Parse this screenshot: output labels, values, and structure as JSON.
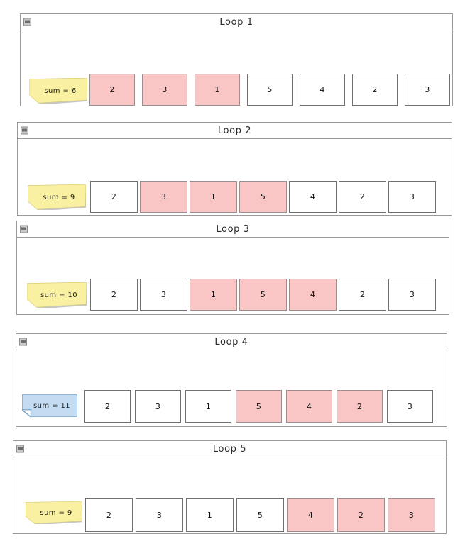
{
  "meta": {
    "background_color": "#ffffff",
    "panel_border_color": "#9a9a9a",
    "cell_border_color": "#6f6f6f",
    "highlight_color": "#f9c5c5",
    "note_yellow": "#faf0a2",
    "note_yellow_border": "#d8cc72",
    "note_blue": "#c3dcf2",
    "note_blue_border": "#6f9dc9"
  },
  "icons": {
    "collapse": "collapse-icon"
  },
  "panels": [
    {
      "title": "Loop 1",
      "note": {
        "text": "sum = 6",
        "color": "yellow"
      },
      "cells": [
        {
          "value": "2",
          "highlighted": true
        },
        {
          "value": "3",
          "highlighted": true
        },
        {
          "value": "1",
          "highlighted": true
        },
        {
          "value": "5",
          "highlighted": false
        },
        {
          "value": "4",
          "highlighted": false
        },
        {
          "value": "2",
          "highlighted": false
        },
        {
          "value": "3",
          "highlighted": false
        }
      ]
    },
    {
      "title": "Loop 2",
      "note": {
        "text": "sum = 9",
        "color": "yellow"
      },
      "cells": [
        {
          "value": "2",
          "highlighted": false
        },
        {
          "value": "3",
          "highlighted": true
        },
        {
          "value": "1",
          "highlighted": true
        },
        {
          "value": "5",
          "highlighted": true
        },
        {
          "value": "4",
          "highlighted": false
        },
        {
          "value": "2",
          "highlighted": false
        },
        {
          "value": "3",
          "highlighted": false
        }
      ]
    },
    {
      "title": "Loop 3",
      "note": {
        "text": "sum = 10",
        "color": "yellow"
      },
      "cells": [
        {
          "value": "2",
          "highlighted": false
        },
        {
          "value": "3",
          "highlighted": false
        },
        {
          "value": "1",
          "highlighted": true
        },
        {
          "value": "5",
          "highlighted": true
        },
        {
          "value": "4",
          "highlighted": true
        },
        {
          "value": "2",
          "highlighted": false
        },
        {
          "value": "3",
          "highlighted": false
        }
      ]
    },
    {
      "title": "Loop 4",
      "note": {
        "text": "sum = 11",
        "color": "blue"
      },
      "cells": [
        {
          "value": "2",
          "highlighted": false
        },
        {
          "value": "3",
          "highlighted": false
        },
        {
          "value": "1",
          "highlighted": false
        },
        {
          "value": "5",
          "highlighted": true
        },
        {
          "value": "4",
          "highlighted": true
        },
        {
          "value": "2",
          "highlighted": true
        },
        {
          "value": "3",
          "highlighted": false
        }
      ]
    },
    {
      "title": "Loop 5",
      "note": {
        "text": "sum = 9",
        "color": "yellow"
      },
      "cells": [
        {
          "value": "2",
          "highlighted": false
        },
        {
          "value": "3",
          "highlighted": false
        },
        {
          "value": "1",
          "highlighted": false
        },
        {
          "value": "5",
          "highlighted": false
        },
        {
          "value": "4",
          "highlighted": true
        },
        {
          "value": "2",
          "highlighted": true
        },
        {
          "value": "3",
          "highlighted": true
        }
      ]
    }
  ]
}
